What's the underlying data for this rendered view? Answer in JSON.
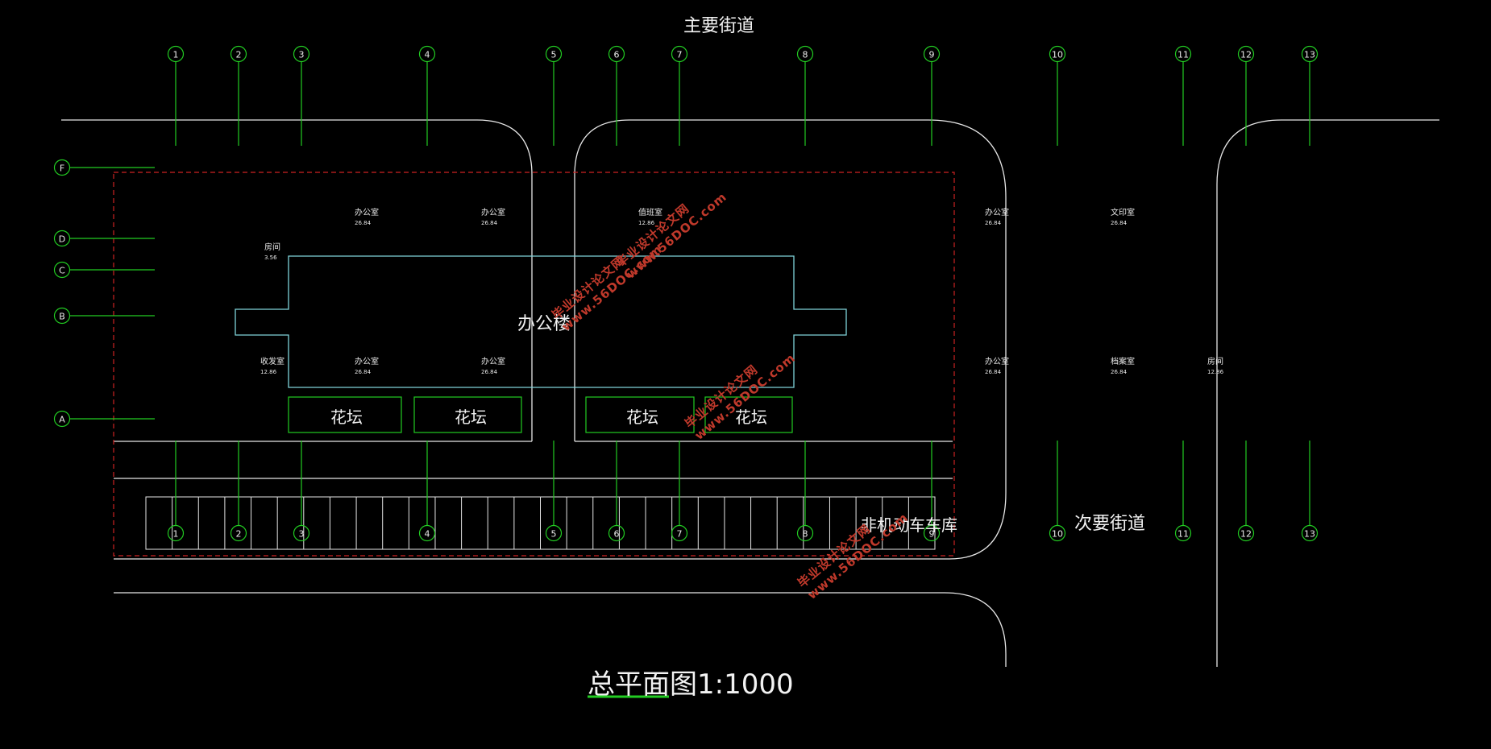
{
  "streets": {
    "main": "主要街道",
    "secondary": "次要街道"
  },
  "building": {
    "label": "办公楼"
  },
  "flowerbeds": [
    "花坛",
    "花坛",
    "花坛",
    "花坛"
  ],
  "garage": {
    "label": "非机动车车库"
  },
  "rooms_top_left": [
    {
      "name": "办公室",
      "area": "26.84"
    },
    {
      "name": "办公室",
      "area": "26.84"
    },
    {
      "name": "值班室",
      "area": "12.86"
    }
  ],
  "room_house": {
    "name": "房间",
    "area": "3.56"
  },
  "rooms_bottom_left": [
    {
      "name": "收发室",
      "area": "12.86"
    },
    {
      "name": "办公室",
      "area": "26.84"
    },
    {
      "name": "办公室",
      "area": "26.84"
    }
  ],
  "rooms_top_right": [
    {
      "name": "办公室",
      "area": "26.84"
    },
    {
      "name": "文印室",
      "area": "26.84"
    }
  ],
  "rooms_bottom_right": [
    {
      "name": "办公室",
      "area": "26.84"
    },
    {
      "name": "档案室",
      "area": "26.84"
    },
    {
      "name": "房间",
      "area": "12.86"
    }
  ],
  "grid_columns": [
    "1",
    "2",
    "3",
    "4",
    "5",
    "6",
    "7",
    "8",
    "9",
    "10",
    "11",
    "12",
    "13"
  ],
  "grid_rows": [
    "F",
    "D",
    "C",
    "B",
    "A"
  ],
  "drawing_title": {
    "name": "总平面图",
    "scale": "1:1000"
  },
  "watermark": {
    "line1": "毕业设计论文网",
    "line2": "www.56DOC.com"
  },
  "colors": {
    "grid": "#22cc22",
    "road": "#e6e6e6",
    "building": "#7fd3d9",
    "site_boundary": "#cc2222",
    "flowerbed": "#22cc22",
    "watermark": "#c0392b"
  }
}
